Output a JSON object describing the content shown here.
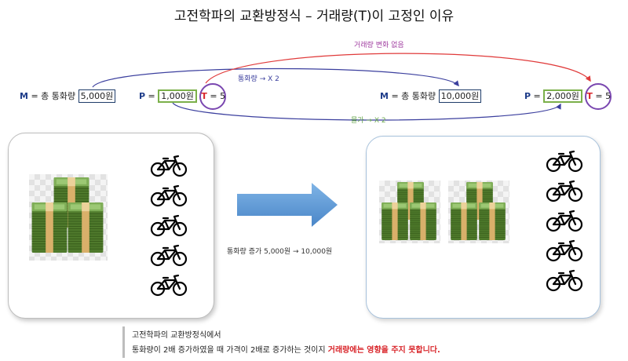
{
  "title": "고전학파의 교환방정식 – 거래량(T)이 고정인 이유",
  "left_equation": {
    "m_symbol": "M",
    "m_desc": " = 총 통화량 ",
    "m_value": "5,000원",
    "p_symbol": "P",
    "p_eq": " = ",
    "p_value": "1,000원",
    "t_symbol": "T",
    "t_value": " = 5"
  },
  "right_equation": {
    "m_symbol": "M",
    "m_desc": " = 총 통화량 ",
    "m_value": "10,000원",
    "p_symbol": "P",
    "p_eq": " = ",
    "p_value": "2,000원",
    "t_symbol": "T",
    "t_value": " = 5"
  },
  "arrows": {
    "money_label": "통화량 → X 2",
    "price_label": "물가 → X 2",
    "volume_label": "거래량 변화 없음"
  },
  "middle_caption": "통화량 증가 5,000원 → 10,000원",
  "note": {
    "line1": "고전학파의 교환방정식에서",
    "line2_plain": "통화량이 2배 증가하였을 때 가격이 2배로 증가하는 것이지 ",
    "line2_highlight": "거래량에는 영향을 주지 못합니다."
  },
  "icons": {
    "left_money": "money-stack-icon",
    "right_money": "money-stack-icon",
    "bicycle": "bicycle-icon",
    "arrow": "right-arrow-icon"
  },
  "colors": {
    "money_arrow": "#3b3f9e",
    "price_arrow": "#3b3f9e",
    "volume_arrow": "#e03a3a",
    "t_ring": "#7a47b0",
    "p_box": "#7bb04a",
    "big_arrow": "#5b9bd5",
    "highlight": "#d9262b"
  },
  "bicycle_count_left": 5,
  "bicycle_count_right": 5
}
